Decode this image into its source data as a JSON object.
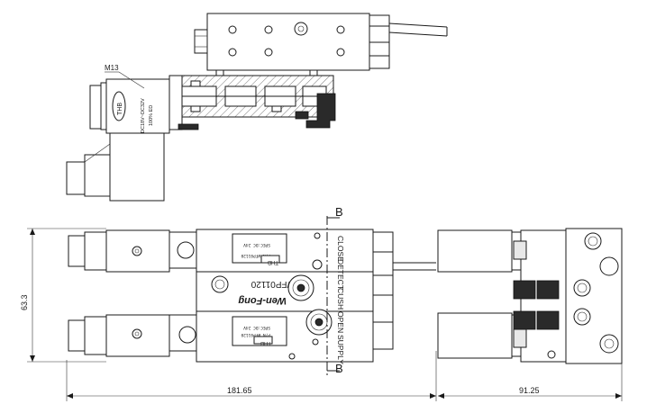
{
  "labels": {
    "callout": "M13",
    "section_mark_top": "B",
    "section_mark_bottom": "B",
    "brand": "THB",
    "coil_voltage": "DC18V~DC32V",
    "duty": "100% ED",
    "model_number": "WFP01120",
    "manufacturer": "Wen-Fong",
    "port_close": "CLOSE",
    "port_detect": "DETECT",
    "port_cush": "CUSH",
    "port_open": "OPEN",
    "port_supply": "SUPPLY",
    "plate_line1": "P/N WFP01120",
    "plate_line2": "SPEC:DC 24V",
    "plate_line3": "SPEC:DC 24V",
    "plate_line4": "P/N WFP01120"
  },
  "dimensions": {
    "height": "63.3",
    "length": "181.65",
    "width": "91.25"
  },
  "colors": {
    "line": "#1a1a1a",
    "hatch": "#555555",
    "background": "#ffffff"
  }
}
